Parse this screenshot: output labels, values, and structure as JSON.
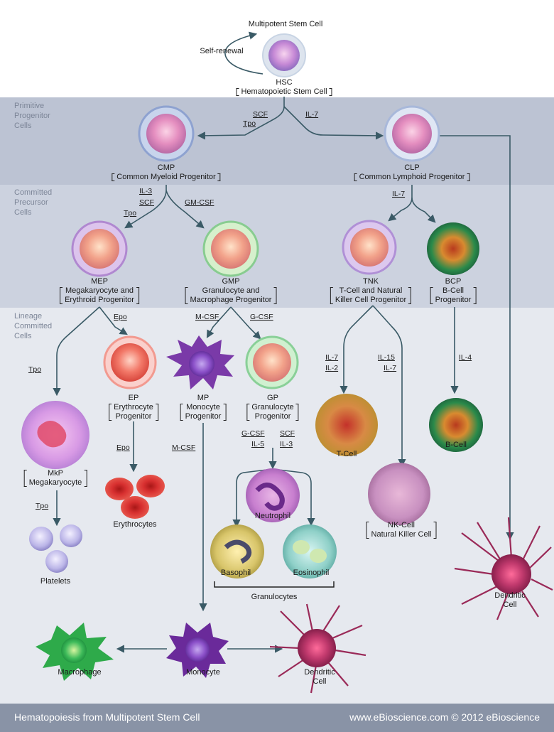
{
  "bands": [
    {
      "label": [
        "Primitive",
        "Progenitor",
        "Cells"
      ]
    },
    {
      "label": [
        "Committed",
        "Precursor",
        "Cells"
      ]
    },
    {
      "label": [
        "Lineage",
        "Committed",
        "Cells"
      ]
    }
  ],
  "top": {
    "title": "Multipotent Stem Cell",
    "self_renewal": "Self-renewal",
    "hsc_abbr": "HSC",
    "hsc_name": "Hematopoietic Stem Cell"
  },
  "cells": {
    "cmp": {
      "abbr": "CMP",
      "name": [
        "Common Myeloid Progenitor"
      ]
    },
    "clp": {
      "abbr": "CLP",
      "name": [
        "Common Lymphoid Progenitor"
      ]
    },
    "mep": {
      "abbr": "MEP",
      "name": [
        "Megakaryocyte and",
        "Erythroid Progenitor"
      ]
    },
    "gmp": {
      "abbr": "GMP",
      "name": [
        "Granulocyte and",
        "Macrophage Progenitor"
      ]
    },
    "tnk": {
      "abbr": "TNK",
      "name": [
        "T-Cell and Natural",
        "Killer Cell Progenitor"
      ]
    },
    "bcp": {
      "abbr": "BCP",
      "name": [
        "B-Cell",
        "Progenitor"
      ]
    },
    "ep": {
      "abbr": "EP",
      "name": [
        "Erythrocyte",
        "Progenitor"
      ]
    },
    "mp": {
      "abbr": "MP",
      "name": [
        "Monocyte",
        "Progenitor"
      ]
    },
    "gp": {
      "abbr": "GP",
      "name": [
        "Granulocyte",
        "Progenitor"
      ]
    },
    "mkp": {
      "abbr": "MkP",
      "name": [
        "Megakaryocyte"
      ]
    },
    "nk": {
      "name": [
        "NK-Cell",
        "Natural Killer Cell"
      ]
    }
  },
  "terminal": {
    "platelets": "Platelets",
    "erythrocytes": "Erythrocytes",
    "tcell": "T-Cell",
    "bcell": "B-Cell",
    "neutrophil": "Neutrophil",
    "basophil": "Basophil",
    "eosinophil": "Eosinophil",
    "granulocytes": "Granulocytes",
    "dendritic_right": [
      "Dendritic",
      "Cell"
    ],
    "macrophage": "Macrophage",
    "monocyte": "Monocyte",
    "dendritic_bottom": [
      "Dendritic",
      "Cell"
    ]
  },
  "cytokines": {
    "scf": "SCF",
    "tpo": "Tpo",
    "il7": "IL-7",
    "il3": "IL-3",
    "gmcsf": "GM-CSF",
    "epo": "Epo",
    "mcsf": "M-CSF",
    "gcsf": "G-CSF",
    "il2": "IL-2",
    "il15": "IL-15",
    "il4": "IL-4",
    "il5": "IL-5"
  },
  "footer": {
    "left": "Hematopoiesis from Multipotent Stem Cell",
    "right": "www.eBioscience.com © 2012 eBioscience"
  },
  "colors": {
    "band_primitive": "#bcc3d3",
    "band_committed": "#ccd2df",
    "band_lineage": "#e6e9ef",
    "footer": "#8993a6",
    "arrow": "#3a5a66"
  }
}
